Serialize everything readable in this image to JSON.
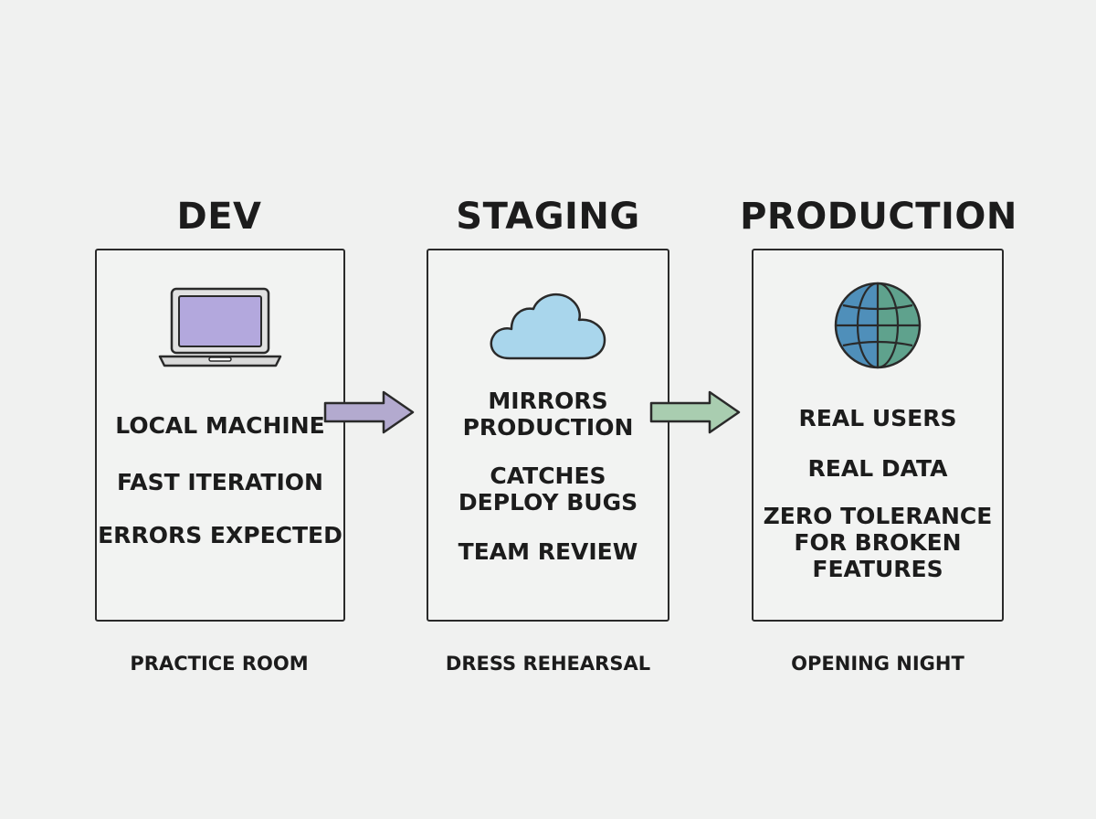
{
  "stages": [
    {
      "title": "DEV",
      "icon": "laptop-icon",
      "lines": [
        "LOCAL MACHINE",
        "FAST ITERATION",
        "ERRORS EXPECTED"
      ],
      "caption": "PRACTICE ROOM"
    },
    {
      "title": "STAGING",
      "icon": "cloud-icon",
      "lines": [
        "MIRRORS",
        "PRODUCTION",
        "CATCHES",
        "DEPLOY BUGS",
        "TEAM REVIEW"
      ],
      "caption": "DRESS REHEARSAL"
    },
    {
      "title": "PRODUCTION",
      "icon": "globe-icon",
      "lines": [
        "REAL USERS",
        "REAL DATA",
        "ZERO TOLERANCE",
        "FOR BROKEN",
        "FEATURES"
      ],
      "caption": "OPENING NIGHT"
    }
  ],
  "colors": {
    "background": "#f0f1f0",
    "laptop_screen": "#b3a8dd",
    "cloud_fill": "#a9d6ec",
    "globe_blue": "#4f8fba",
    "globe_green": "#6cb26a",
    "arrow_purple": "#b3aacf",
    "arrow_green": "#a9cdb0"
  }
}
